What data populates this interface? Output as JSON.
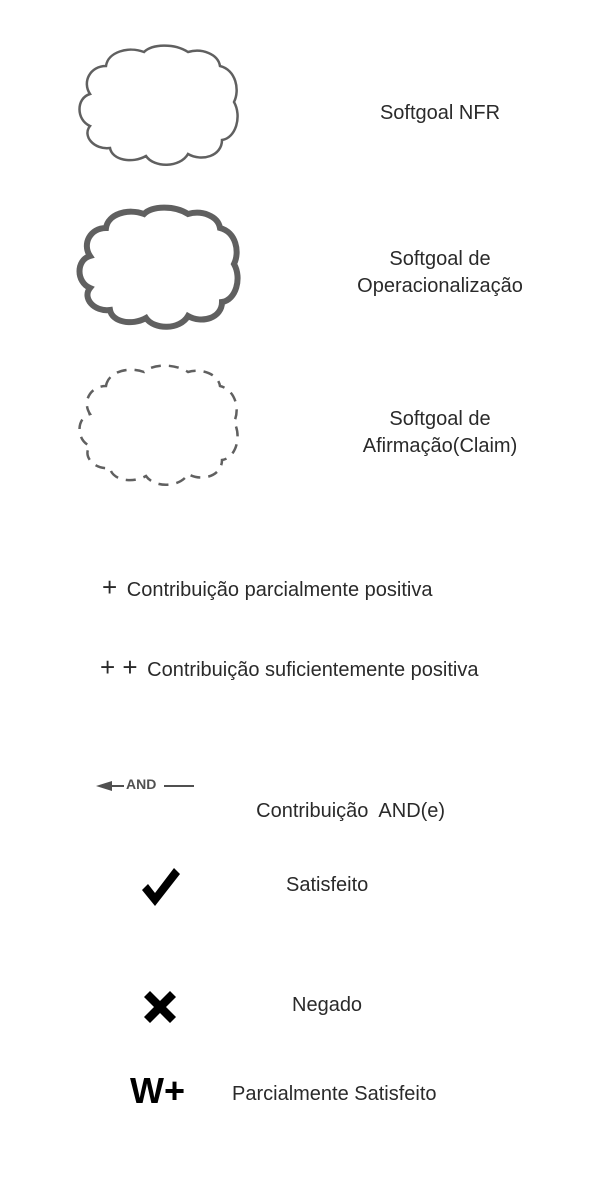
{
  "legend": {
    "softgoal_nfr": {
      "label": "Softgoal NFR",
      "icon": "cloud-solid-thin-icon"
    },
    "softgoal_operacionalizacao": {
      "label_line1": "Softgoal de",
      "label_line2": "Operacionalização",
      "icon": "cloud-solid-thick-icon"
    },
    "softgoal_afirmacao": {
      "label_line1": "Softgoal de",
      "label_line2": "Afirmação(Claim)",
      "icon": "cloud-dashed-icon"
    },
    "contribuicao_parcial": {
      "symbol": "+",
      "label": "Contribuição parcialmente positiva"
    },
    "contribuicao_suficiente": {
      "symbol": "+ +",
      "label": "Contribuição suficientemente positiva"
    },
    "contribuicao_and": {
      "arrow_text": "AND",
      "label": "Contribuição  AND(e)",
      "icon": "and-arrow-icon"
    },
    "satisfeito": {
      "label": "Satisfeito",
      "icon": "check-icon"
    },
    "negado": {
      "label": "Negado",
      "icon": "x-icon"
    },
    "parcialmente_satisfeito": {
      "symbol": "W+",
      "label": "Parcialmente Satisfeito"
    }
  },
  "colors": {
    "cloud_stroke": "#606060",
    "text": "#2a2a2a",
    "symbol": "#000000"
  }
}
